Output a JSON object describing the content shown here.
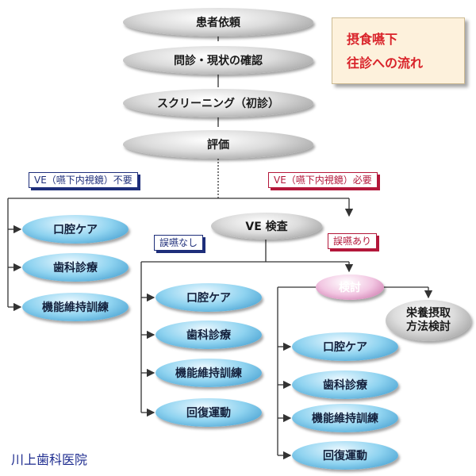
{
  "title_box": {
    "line1": "摂食嚥下",
    "line2": "往診への流れ"
  },
  "flow": {
    "step1": "患者依頼",
    "step2": "問診・現状の確認",
    "step3": "スクリーニング（初診）",
    "step4": "評価"
  },
  "branch_labels": {
    "ve_not_needed": "VE（嚥下内視鏡）不要",
    "ve_needed": "VE（嚥下内視鏡）必要",
    "no_aspiration": "誤嚥なし",
    "aspiration": "誤嚥あり"
  },
  "ve_exam": "VE 検査",
  "review": "検討",
  "nutrition": {
    "line1": "栄養摂取",
    "line2": "方法検討"
  },
  "column_left": [
    "口腔ケア",
    "歯科診療",
    "機能維持訓練"
  ],
  "column_middle": [
    "口腔ケア",
    "歯科診療",
    "機能維持訓練",
    "回復運動"
  ],
  "column_right": [
    "口腔ケア",
    "歯科診療",
    "機能維持訓練",
    "回復運動"
  ],
  "footer": "川上歯科医院",
  "colors": {
    "accent_red": "#d9232a",
    "navy": "#1e2e7a",
    "line": "#333333"
  }
}
